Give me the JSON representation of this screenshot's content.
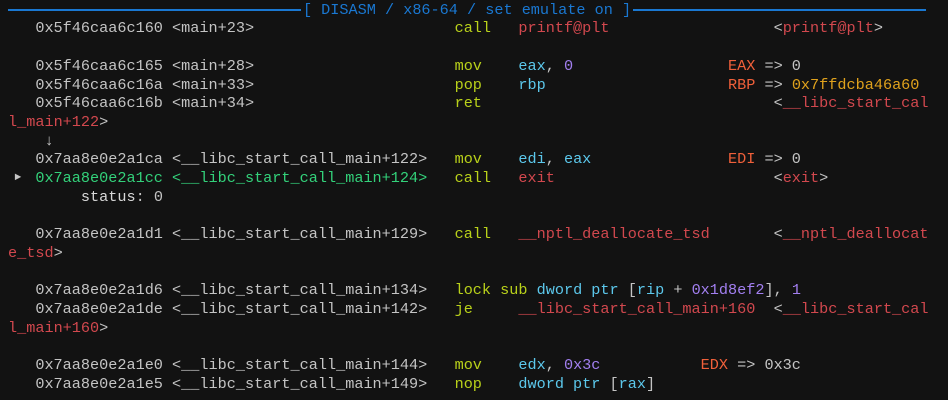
{
  "header": {
    "title": "[ DISASM / x86-64 / set emulate on ]"
  },
  "colors": {
    "accent": "#1a78d2",
    "current": "#33d17a",
    "mnemonic": "#b9d11a",
    "symbol": "#d2484e",
    "register": "#5cc8ec",
    "number": "#a27ff0"
  },
  "rows": [
    {
      "addr": "0x5f46caa6c160",
      "sym": "<main+23>",
      "mnem": "call",
      "ops": [
        {
          "t": "printf@plt",
          "k": "sym"
        }
      ],
      "ann": [
        {
          "t": "<",
          "k": "gray"
        },
        {
          "t": "printf@plt",
          "k": "sym"
        },
        {
          "t": ">",
          "k": "gray"
        }
      ]
    },
    {},
    {
      "addr": "0x5f46caa6c165",
      "sym": "<main+28>",
      "mnem": "mov",
      "ops": [
        {
          "t": "eax",
          "k": "reg"
        },
        {
          "t": ", ",
          "k": "gray"
        },
        {
          "t": "0",
          "k": "num"
        }
      ],
      "note": [
        {
          "t": "EAX",
          "k": "regname"
        },
        {
          "t": " => 0",
          "k": "gray"
        }
      ]
    },
    {
      "addr": "0x5f46caa6c16a",
      "sym": "<main+33>",
      "mnem": "pop",
      "ops": [
        {
          "t": "rbp",
          "k": "reg"
        }
      ],
      "note": [
        {
          "t": "RBP",
          "k": "regname"
        },
        {
          "t": " => ",
          "k": "gray"
        },
        {
          "t": "0x7ffdcba46a60",
          "k": "addr"
        }
      ]
    },
    {
      "addr": "0x5f46caa6c16b",
      "sym": "<main+34>",
      "mnem": "ret",
      "ann": [
        {
          "t": "<",
          "k": "gray"
        },
        {
          "t": "__libc_start_cal",
          "k": "sym"
        }
      ]
    },
    {
      "wrap": [
        {
          "t": "l_main+122",
          "k": "sym"
        },
        {
          "t": ">",
          "k": "gray"
        }
      ]
    },
    {
      "arrow": "↓"
    },
    {
      "addr": "0x7aa8e0e2a1ca",
      "sym": "<__libc_start_call_main+122>",
      "mnem": "mov",
      "ops": [
        {
          "t": "edi",
          "k": "reg"
        },
        {
          "t": ", ",
          "k": "gray"
        },
        {
          "t": "eax",
          "k": "reg"
        }
      ],
      "note": [
        {
          "t": "EDI",
          "k": "regname"
        },
        {
          "t": " => 0",
          "k": "gray"
        }
      ]
    },
    {
      "current": true,
      "marker": "►",
      "addr": "0x7aa8e0e2a1cc",
      "sym": "<__libc_start_call_main+124>",
      "mnem": "call",
      "ops": [
        {
          "t": "exit",
          "k": "sym"
        }
      ],
      "ann": [
        {
          "t": "<",
          "k": "gray"
        },
        {
          "t": "exit",
          "k": "sym"
        },
        {
          "t": ">",
          "k": "gray"
        }
      ]
    },
    {
      "comment": [
        {
          "t": "status",
          "k": "text"
        },
        {
          "t": ": 0",
          "k": "gray"
        }
      ]
    },
    {},
    {
      "addr": "0x7aa8e0e2a1d1",
      "sym": "<__libc_start_call_main+129>",
      "mnem": "call",
      "ops": [
        {
          "t": "__nptl_deallocate_tsd",
          "k": "sym"
        }
      ],
      "ann": [
        {
          "t": "<",
          "k": "gray"
        },
        {
          "t": "__nptl_deallocat",
          "k": "sym"
        }
      ]
    },
    {
      "wrap": [
        {
          "t": "e_tsd",
          "k": "sym"
        },
        {
          "t": ">",
          "k": "gray"
        }
      ]
    },
    {},
    {
      "addr": "0x7aa8e0e2a1d6",
      "sym": "<__libc_start_call_main+134>",
      "mnemline": [
        {
          "t": "lock sub ",
          "k": "mn"
        },
        {
          "t": "dword ptr ",
          "k": "reg"
        },
        {
          "t": "[",
          "k": "gray"
        },
        {
          "t": "rip",
          "k": "reg"
        },
        {
          "t": " + ",
          "k": "gray"
        },
        {
          "t": "0x1d8ef2",
          "k": "num"
        },
        {
          "t": "], ",
          "k": "gray"
        },
        {
          "t": "1",
          "k": "num"
        }
      ]
    },
    {
      "addr": "0x7aa8e0e2a1de",
      "sym": "<__libc_start_call_main+142>",
      "mnem": "je",
      "ops": [
        {
          "t": "__libc_start_call_main+160",
          "k": "sym"
        }
      ],
      "ann": [
        {
          "t": "<",
          "k": "gray"
        },
        {
          "t": "__libc_start_cal",
          "k": "sym"
        }
      ]
    },
    {
      "wrap": [
        {
          "t": "l_main+160",
          "k": "sym"
        },
        {
          "t": ">",
          "k": "gray"
        }
      ]
    },
    {},
    {
      "addr": "0x7aa8e0e2a1e0",
      "sym": "<__libc_start_call_main+144>",
      "mnem": "mov",
      "ops": [
        {
          "t": "edx",
          "k": "reg"
        },
        {
          "t": ", ",
          "k": "gray"
        },
        {
          "t": "0x3c",
          "k": "num"
        }
      ],
      "note_alt": [
        {
          "t": "EDX",
          "k": "regname"
        },
        {
          "t": " => 0x3c",
          "k": "gray"
        }
      ]
    },
    {
      "addr": "0x7aa8e0e2a1e5",
      "sym": "<__libc_start_call_main+149>",
      "mnem": "nop",
      "ops": [
        {
          "t": "dword ptr ",
          "k": "reg"
        },
        {
          "t": "[",
          "k": "gray"
        },
        {
          "t": "rax",
          "k": "reg"
        },
        {
          "t": "]",
          "k": "gray"
        }
      ]
    }
  ]
}
